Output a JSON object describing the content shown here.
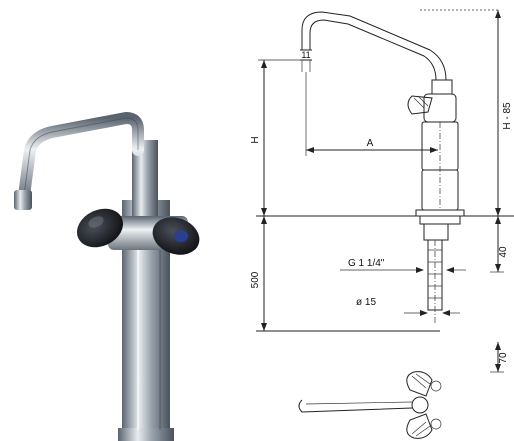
{
  "drawing": {
    "labels": {
      "h": "H",
      "a": "A",
      "h_minus": "H - 85",
      "thread": "G 1 1/4\"",
      "diameter": "ø 15",
      "dim_500": "500",
      "dim_40": "40",
      "dim_70": "70",
      "spout_mark": "11"
    }
  },
  "colors": {
    "chrome_dark": "#5a6470",
    "chrome_mid": "#9aa4ae",
    "chrome_light": "#e8ecef",
    "handle": "#141418",
    "handle_accent": "#2a3f8f"
  }
}
